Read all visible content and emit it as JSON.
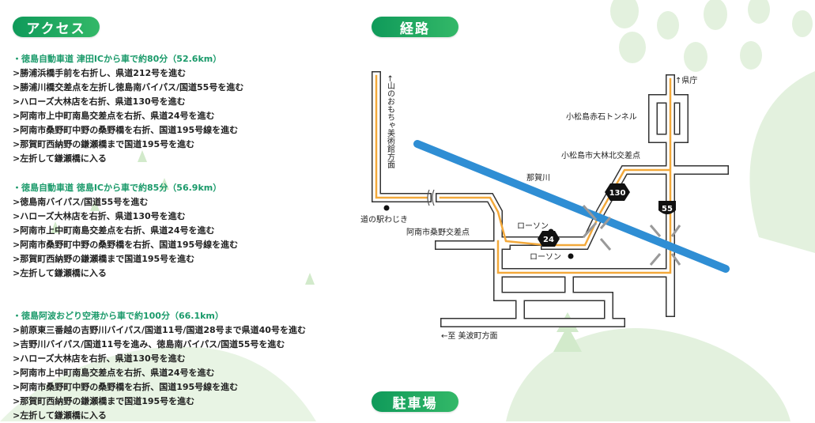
{
  "headings": {
    "access": "アクセス",
    "route": "経路",
    "parking": "駐車場"
  },
  "routes": [
    {
      "title": "・徳島自動車道 津田ICから車で約80分（52.6km）",
      "steps": [
        ">勝浦浜橋手前を右折し、県道212号を進む",
        ">勝浦川橋交差点を左折し徳島南バイパス/国道55号を進む",
        ">ハローズ大林店を右折、県道130号を進む",
        ">阿南市上中町南島交差点を右折、県道24号を進む",
        ">阿南市桑野町中野の桑野橋を右折、国道195号線を進む",
        ">那賀町西納野の鎌瀬橋まで国道195号を進む",
        ">左折して鎌瀬橋に入る"
      ]
    },
    {
      "title": "・徳島自動車道 徳島ICから車で約85分（56.9km）",
      "steps": [
        ">徳島南バイパス/国道55号を進む",
        ">ハローズ大林店を右折、県道130号を進む",
        ">阿南市上中町南島交差点を右折、県道24号を進む",
        ">阿南市桑野町中野の桑野橋を右折、国道195号線を進む",
        ">那賀町西納野の鎌瀬橋まで国道195号を進む",
        ">左折して鎌瀬橋に入る"
      ]
    },
    {
      "title": "・徳島阿波おどり空港から車で約100分（66.1km）",
      "steps": [
        ">前原東三番越の吉野川バイパス/国道11号/国道28号まで県道40号を進む",
        ">吉野川バイパス/国道11号を進み、徳島南バイパス/国道55号を進む",
        ">ハローズ大林店を右折、県道130号を進む",
        ">阿南市上中町南島交差点を右折、県道24号を進む",
        ">阿南市桑野町中野の桑野橋を右折、国道195号線を進む",
        ">那賀町西納野の鎌瀬橋まで国道195号を進む",
        ">左折して鎌瀬橋に入る"
      ]
    }
  ],
  "map": {
    "left_arrow_text": "←山のおもちゃ美術館方面",
    "michi_no_eki": "道の駅わじき",
    "kuwano": "阿南市桑野交差点",
    "lawson1": "ローソン",
    "lawson2": "ローソン",
    "naka_river": "那賀川",
    "tunnel": "小松島赤石トンネル",
    "omori": "小松島市大林北交差点",
    "kencho": "↑県庁",
    "minami": "←至 美波町方面",
    "route_24": "24",
    "route_130": "130",
    "route_55": "55",
    "colors": {
      "river": "#2f8ed4",
      "route": "#f3a93b",
      "road": "#333333",
      "accent": "#1a9a6a"
    }
  }
}
